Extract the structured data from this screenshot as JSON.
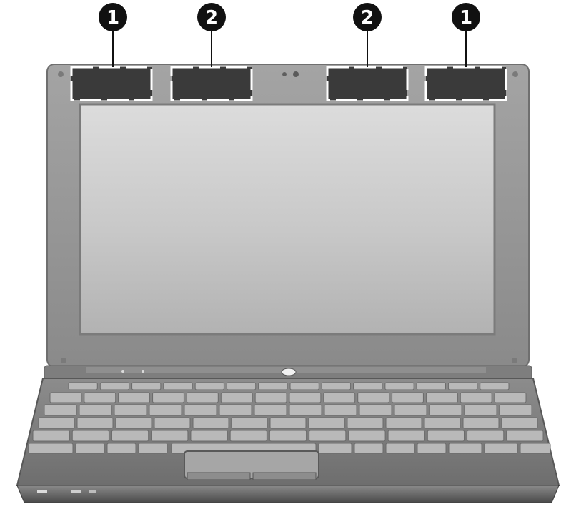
{
  "callouts": [
    {
      "number": "1",
      "component": "wlan-antenna-left"
    },
    {
      "number": "2",
      "component": "wwan-antenna-left"
    },
    {
      "number": "2",
      "component": "wwan-antenna-right"
    },
    {
      "number": "1",
      "component": "wlan-antenna-right"
    }
  ],
  "colors": {
    "lid": "#9a9a9a",
    "bezel": "#8e8e8e",
    "screen_light": "#d8d8d8",
    "screen_dark": "#b4b4b4",
    "antenna_box": "#3a3a3a",
    "callout_circle": "#111111",
    "keyboard_deck": "#7c7c7c",
    "key": "#b9b9b9"
  }
}
